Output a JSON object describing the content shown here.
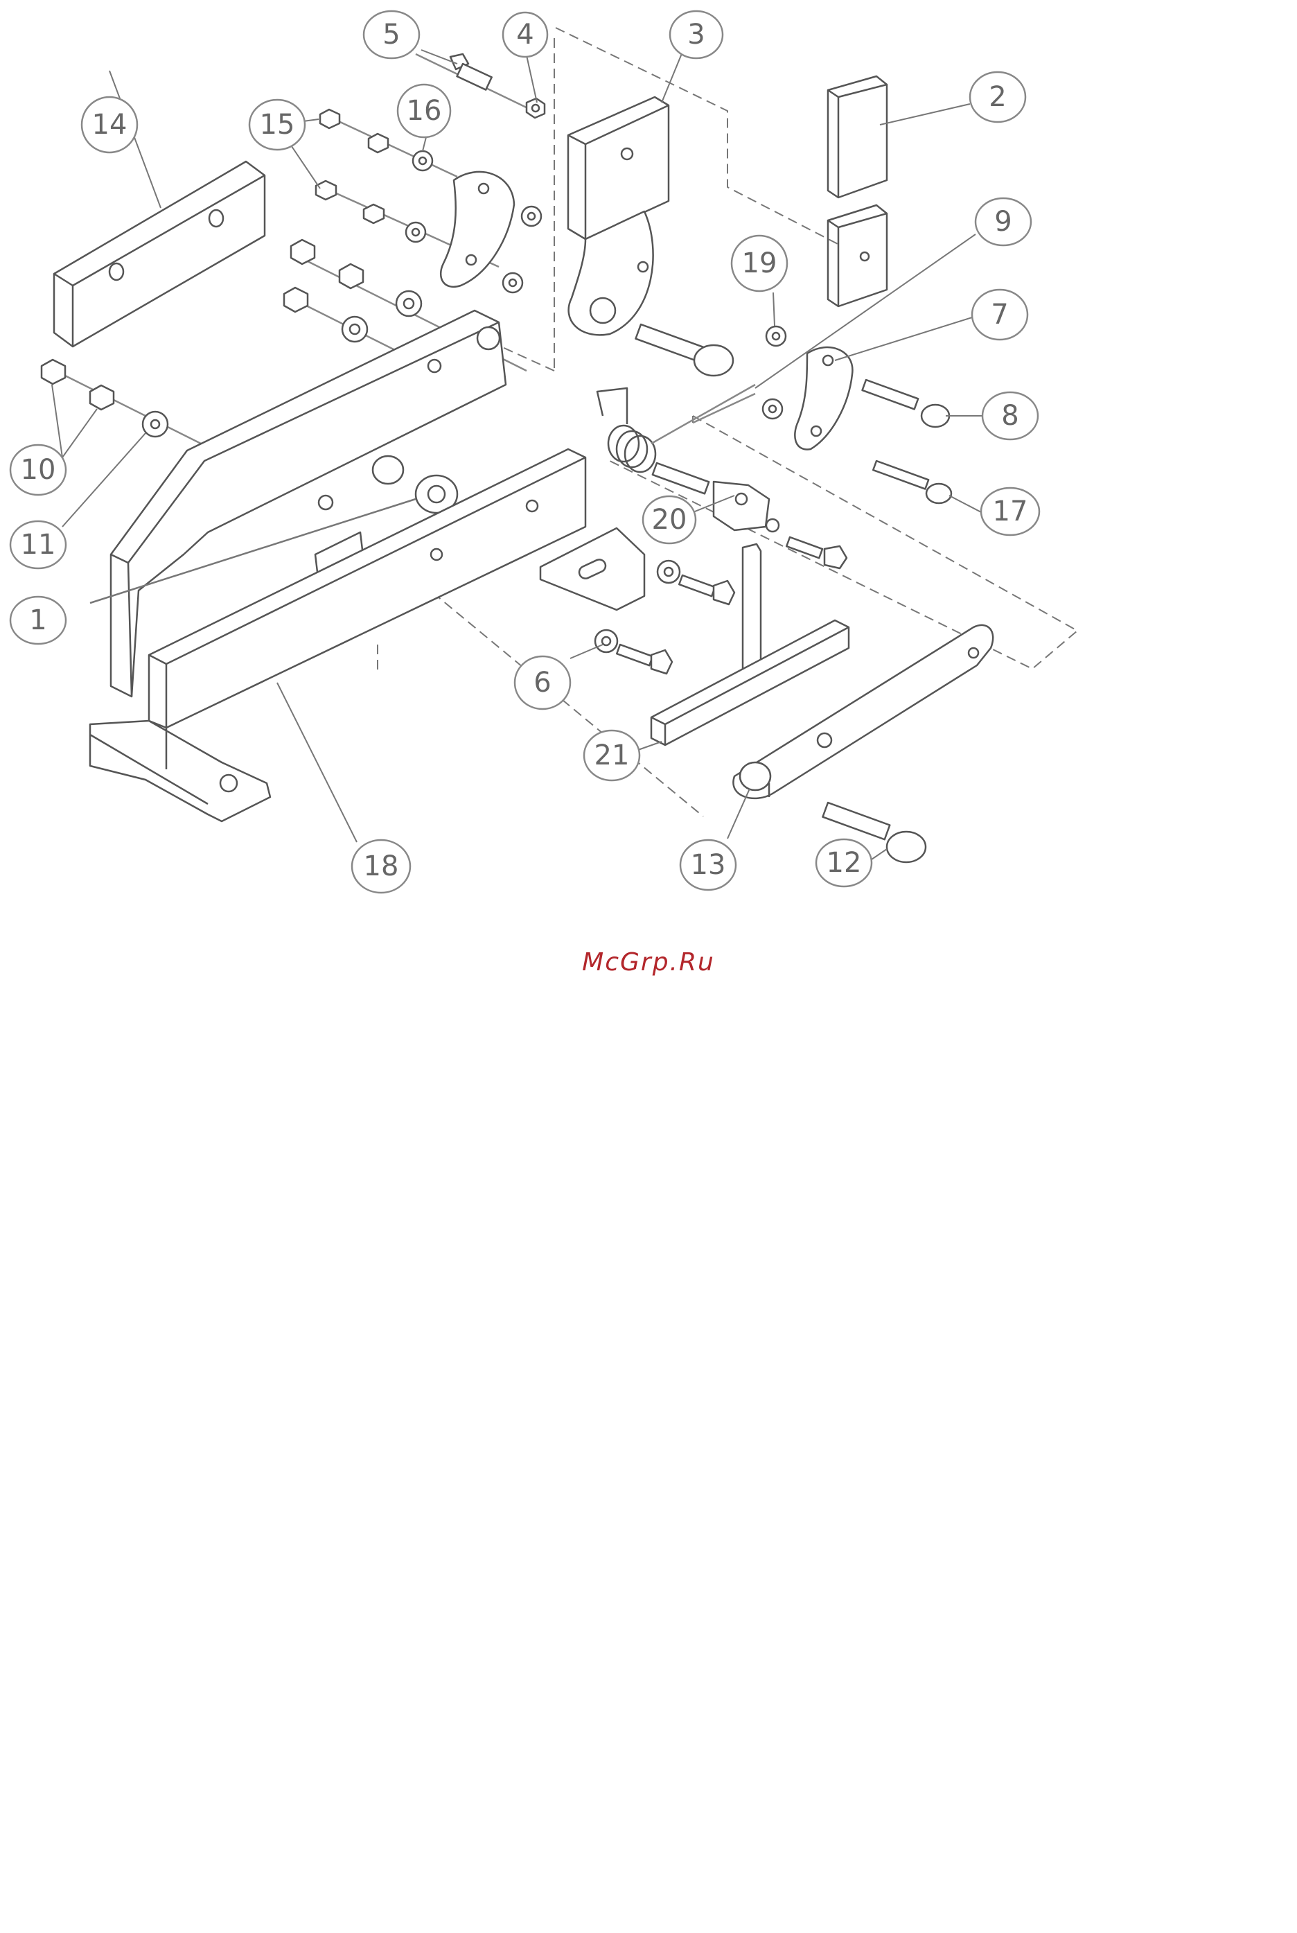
{
  "diagram": {
    "part_labels": [
      "1",
      "2",
      "3",
      "4",
      "5",
      "6",
      "7",
      "8",
      "9",
      "10",
      "11",
      "12",
      "13",
      "14",
      "15",
      "16",
      "17",
      "18",
      "19",
      "20",
      "21"
    ]
  },
  "watermark": {
    "text": "McGrp.Ru",
    "color": "#b3262b"
  },
  "colors": {
    "line": "#555555",
    "callout": "#777777",
    "fill": "#ffffff"
  }
}
